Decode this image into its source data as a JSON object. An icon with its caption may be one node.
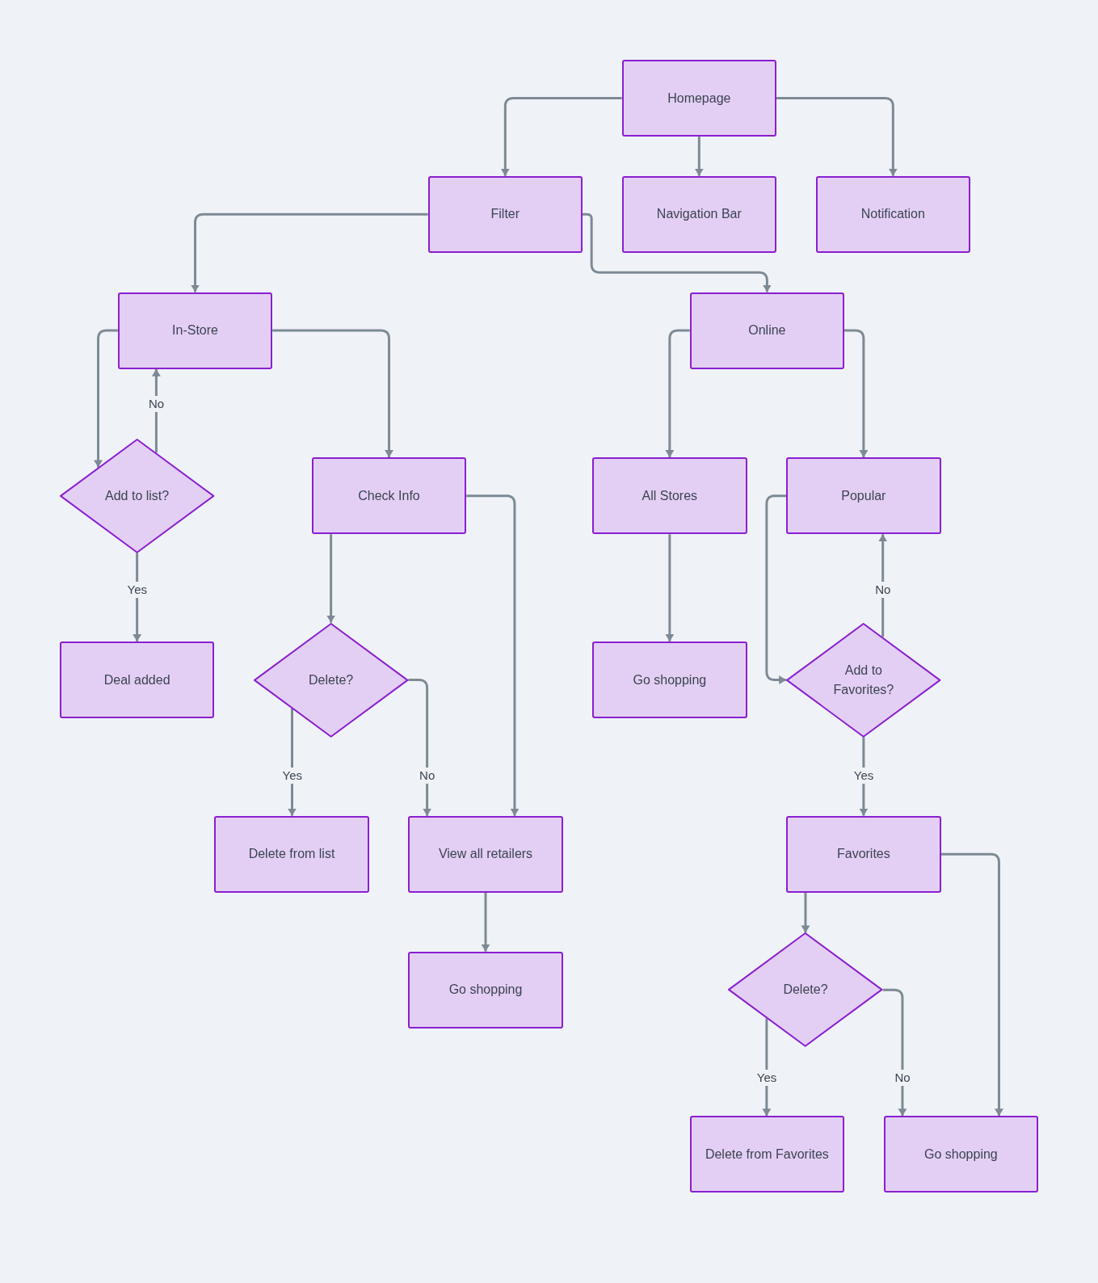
{
  "diagram": {
    "nodes": [
      {
        "text": [
          "Homepage"
        ]
      },
      {
        "text": [
          "Filter"
        ]
      },
      {
        "text": [
          "Navigation Bar"
        ]
      },
      {
        "text": [
          "Notification"
        ]
      },
      {
        "text": [
          "In-Store"
        ]
      },
      {
        "text": [
          "Online"
        ]
      },
      {
        "text": [
          "Add to list?"
        ]
      },
      {
        "text": [
          "Check Info"
        ]
      },
      {
        "text": [
          "All Stores"
        ]
      },
      {
        "text": [
          "Popular"
        ]
      },
      {
        "text": [
          "Deal added"
        ]
      },
      {
        "text": [
          "Delete?"
        ]
      },
      {
        "text": [
          "Go shopping"
        ]
      },
      {
        "text": [
          "Add to Favorites?"
        ]
      },
      {
        "text": [
          "Delete from list"
        ]
      },
      {
        "text": [
          "View all retailers"
        ]
      },
      {
        "text": [
          "Favorites"
        ]
      },
      {
        "text": [
          "Go shopping"
        ]
      },
      {
        "text": [
          "Delete?"
        ]
      },
      {
        "text": [
          "Delete from Favorites"
        ]
      },
      {
        "text": [
          "Go shopping"
        ]
      }
    ],
    "edges": [
      {
        "from": 0,
        "to": 1,
        "arrow": "to"
      },
      {
        "from": 0,
        "to": 2,
        "arrow": "to"
      },
      {
        "from": 0,
        "to": 3,
        "arrow": "to"
      },
      {
        "from": 1,
        "to": 4,
        "arrow": "to"
      },
      {
        "from": 1,
        "to": 5,
        "arrow": "to"
      },
      {
        "from": 4,
        "to": 6,
        "arrow": "to"
      },
      {
        "from": 6,
        "to": 4,
        "arrow": "to",
        "label": "No"
      },
      {
        "from": 6,
        "to": 10,
        "arrow": "to",
        "label": "Yes"
      },
      {
        "from": 4,
        "to": 7,
        "arrow": "to"
      },
      {
        "from": 7,
        "to": 11,
        "arrow": "to"
      },
      {
        "from": 7,
        "to": 15,
        "arrow": "to"
      },
      {
        "from": 11,
        "to": 14,
        "arrow": "to",
        "label": "Yes"
      },
      {
        "from": 11,
        "to": 15,
        "arrow": "to",
        "label": "No"
      },
      {
        "from": 15,
        "to": 17,
        "arrow": "to"
      },
      {
        "from": 5,
        "to": 8,
        "arrow": "to"
      },
      {
        "from": 5,
        "to": 9,
        "arrow": "to"
      },
      {
        "from": 8,
        "to": 12,
        "arrow": "to"
      },
      {
        "from": 9,
        "to": 13,
        "arrow": "to"
      },
      {
        "from": 13,
        "to": 9,
        "arrow": "to",
        "label": "No"
      },
      {
        "from": 13,
        "to": 16,
        "arrow": "to",
        "label": "Yes"
      },
      {
        "from": 16,
        "to": 18,
        "arrow": "to"
      },
      {
        "from": 16,
        "to": 20,
        "arrow": "to"
      },
      {
        "from": 18,
        "to": 19,
        "arrow": "to",
        "label": "Yes"
      },
      {
        "from": 18,
        "to": 20,
        "arrow": "to",
        "label": "No"
      }
    ]
  }
}
